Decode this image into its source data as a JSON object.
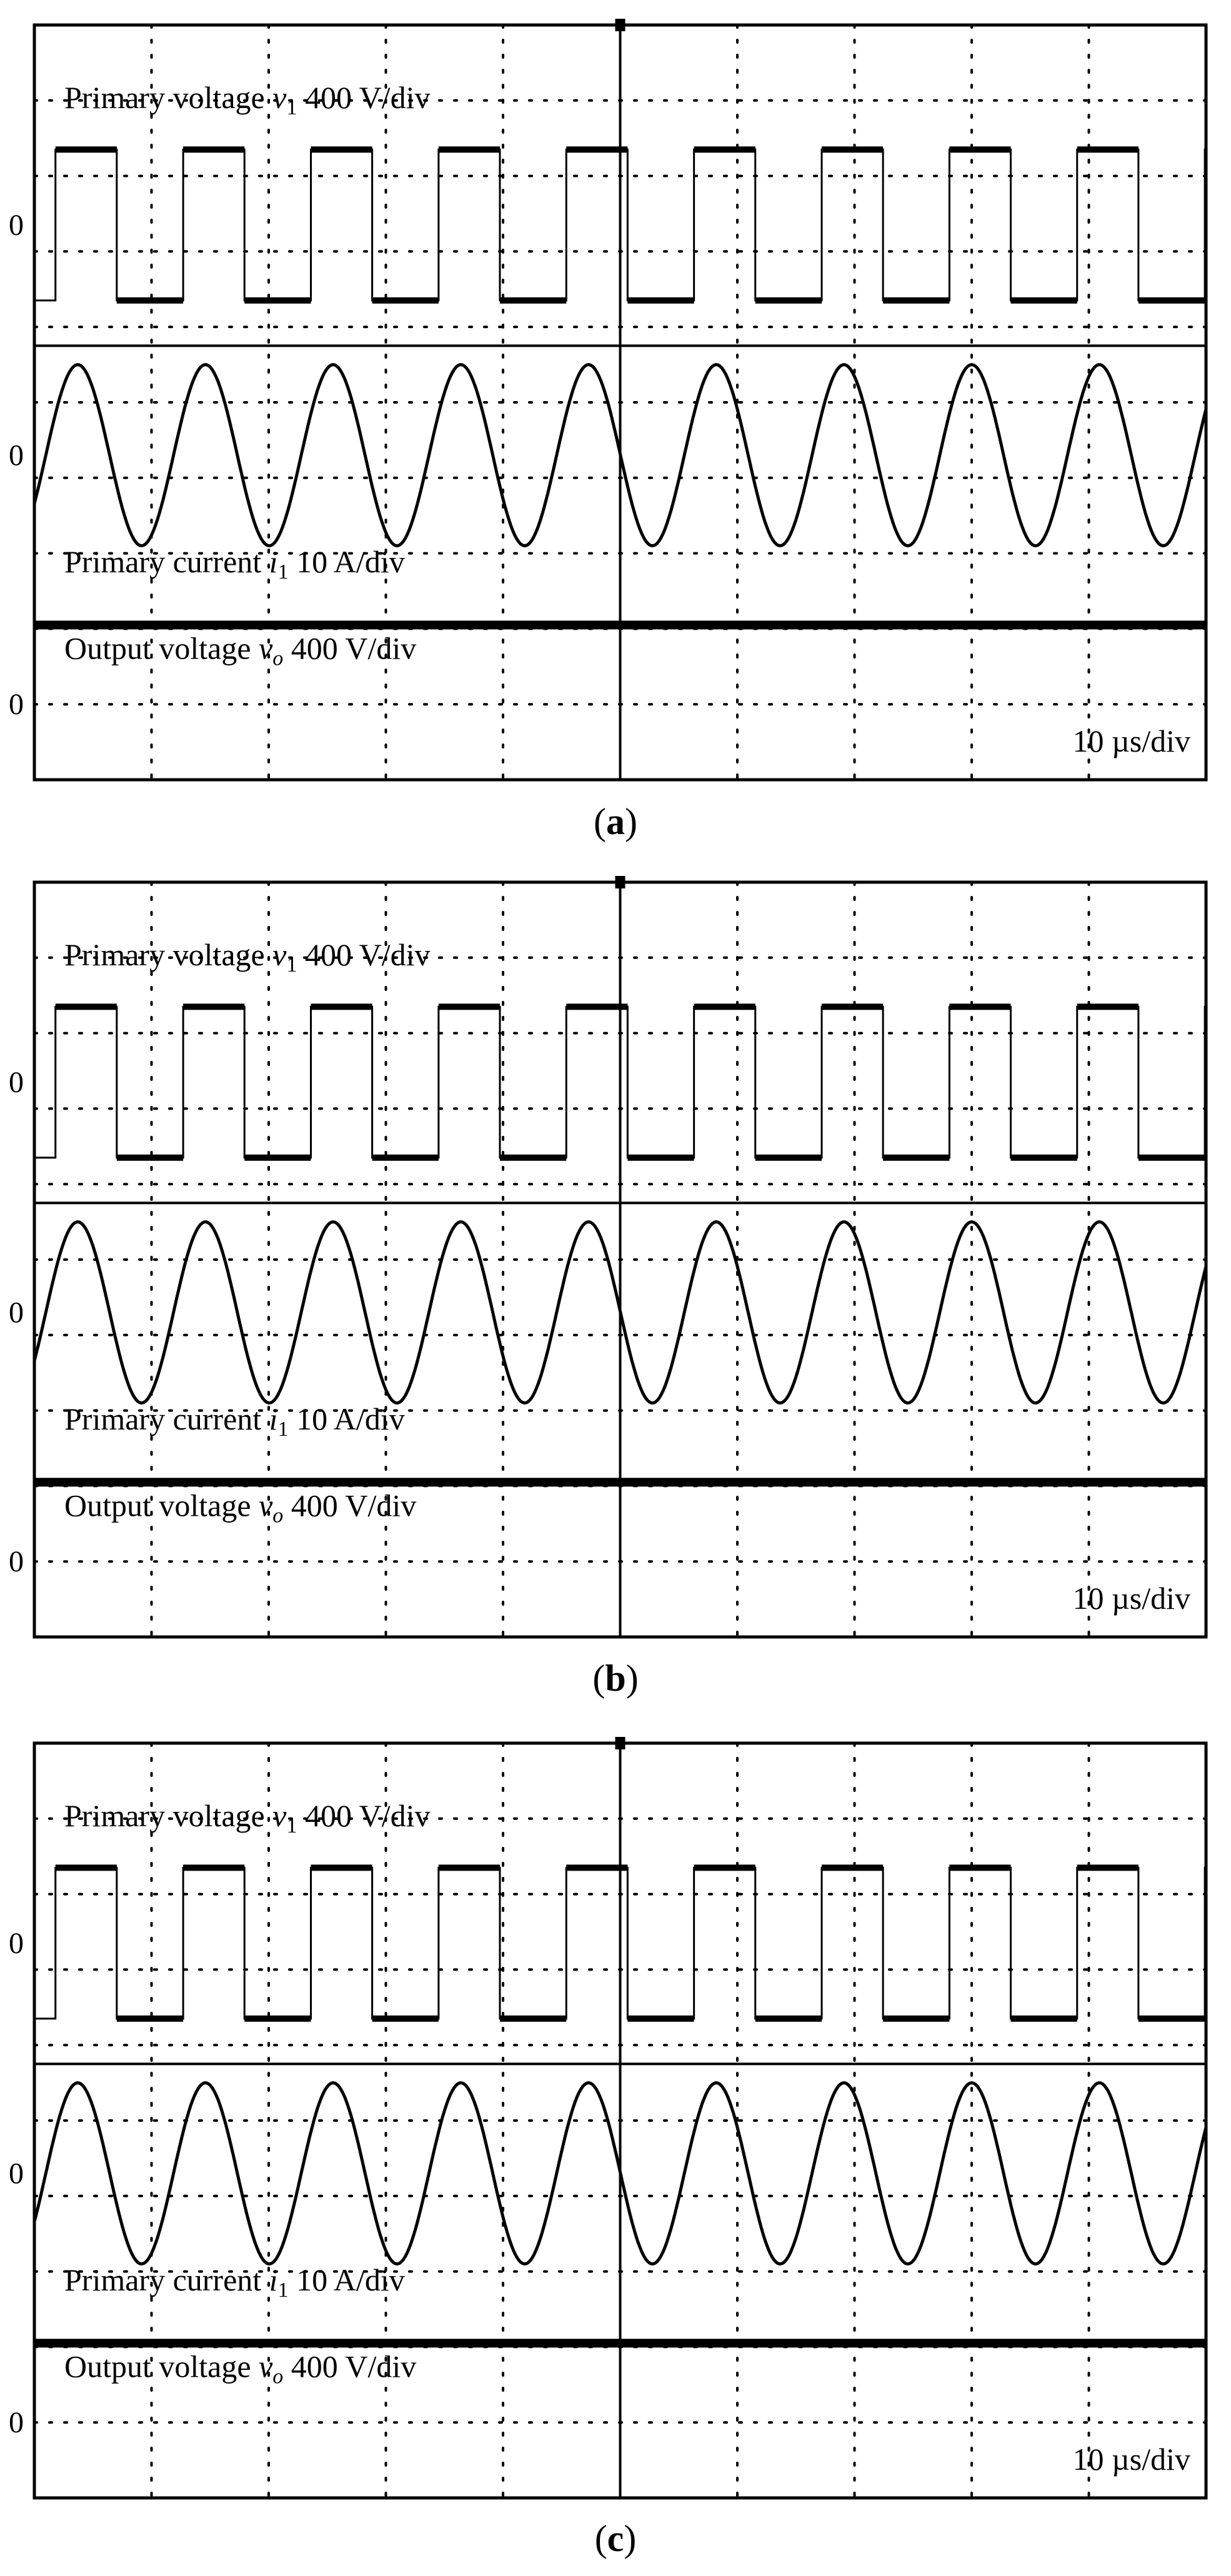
{
  "chart_data": [
    {
      "type": "line",
      "panel_label": "a",
      "zero_marker": "0",
      "timebase": "10 µs/div",
      "grid": true,
      "axes": {
        "x_divisions": 10,
        "y_divisions": 10
      },
      "series": [
        {
          "name": "Primary voltage",
          "symbol": "v",
          "subscript": "1",
          "scale": "400 V/div",
          "shape": "square",
          "amplitude_div": 1.0,
          "high_duty": 0.48,
          "period_div": 1.09,
          "phase_div": 0.0,
          "baseline_div": 7.35
        },
        {
          "name": "Primary current",
          "symbol": "i",
          "subscript": "1",
          "scale": "10 A/div",
          "shape": "sine",
          "amplitude_div": 1.2,
          "period_div": 1.09,
          "peak_at_div": 0.37,
          "baseline_div": 4.3
        },
        {
          "name": "Output voltage",
          "symbol": "v",
          "subscript": "o",
          "scale": "400 V/div",
          "shape": "dc",
          "level_div": 2.05,
          "baseline_div": 1.0
        }
      ]
    },
    {
      "type": "line",
      "panel_label": "b",
      "zero_marker": "0",
      "timebase": "10 µs/div",
      "grid": true,
      "axes": {
        "x_divisions": 10,
        "y_divisions": 10
      },
      "series": [
        {
          "name": "Primary voltage",
          "symbol": "v",
          "subscript": "1",
          "scale": "400 V/div",
          "shape": "square",
          "amplitude_div": 1.0,
          "high_duty": 0.48,
          "period_div": 1.09,
          "phase_div": 0.0,
          "baseline_div": 7.35
        },
        {
          "name": "Primary current",
          "symbol": "i",
          "subscript": "1",
          "scale": "10 A/div",
          "shape": "sine",
          "amplitude_div": 1.2,
          "period_div": 1.09,
          "peak_at_div": 0.37,
          "baseline_div": 4.3
        },
        {
          "name": "Output voltage",
          "symbol": "v",
          "subscript": "o",
          "scale": "400 V/div",
          "shape": "dc",
          "level_div": 2.05,
          "baseline_div": 1.0
        }
      ]
    },
    {
      "type": "line",
      "panel_label": "c",
      "zero_marker": "0",
      "timebase": "10 µs/div",
      "grid": true,
      "axes": {
        "x_divisions": 10,
        "y_divisions": 10
      },
      "series": [
        {
          "name": "Primary voltage",
          "symbol": "v",
          "subscript": "1",
          "scale": "400 V/div",
          "shape": "square",
          "amplitude_div": 1.0,
          "high_duty": 0.48,
          "period_div": 1.09,
          "phase_div": 0.0,
          "baseline_div": 7.35
        },
        {
          "name": "Primary current",
          "symbol": "i",
          "subscript": "1",
          "scale": "10 A/div",
          "shape": "sine",
          "amplitude_div": 1.2,
          "period_div": 1.09,
          "peak_at_div": 0.37,
          "baseline_div": 4.3
        },
        {
          "name": "Output voltage",
          "symbol": "v",
          "subscript": "o",
          "scale": "400 V/div",
          "shape": "dc",
          "level_div": 2.05,
          "baseline_div": 1.0
        }
      ]
    }
  ]
}
